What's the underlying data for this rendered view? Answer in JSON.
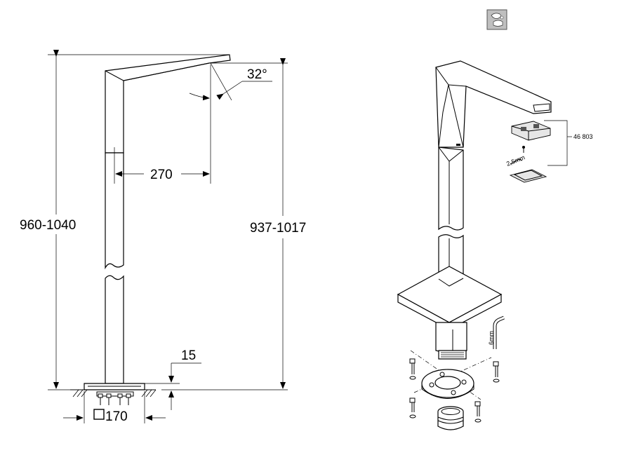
{
  "dimensions": {
    "overall_height": "960-1040",
    "spout_height": "937-1017",
    "reach": "270",
    "angle": "32°",
    "base_height": "15",
    "base_size": "170"
  },
  "exploded_view": {
    "spare_part_number": "46 803",
    "hex_key_small": "2,5mm",
    "hex_key_large": "6mm"
  },
  "icons": {
    "hot_cold_icon": "hot-cold-water-icon"
  }
}
